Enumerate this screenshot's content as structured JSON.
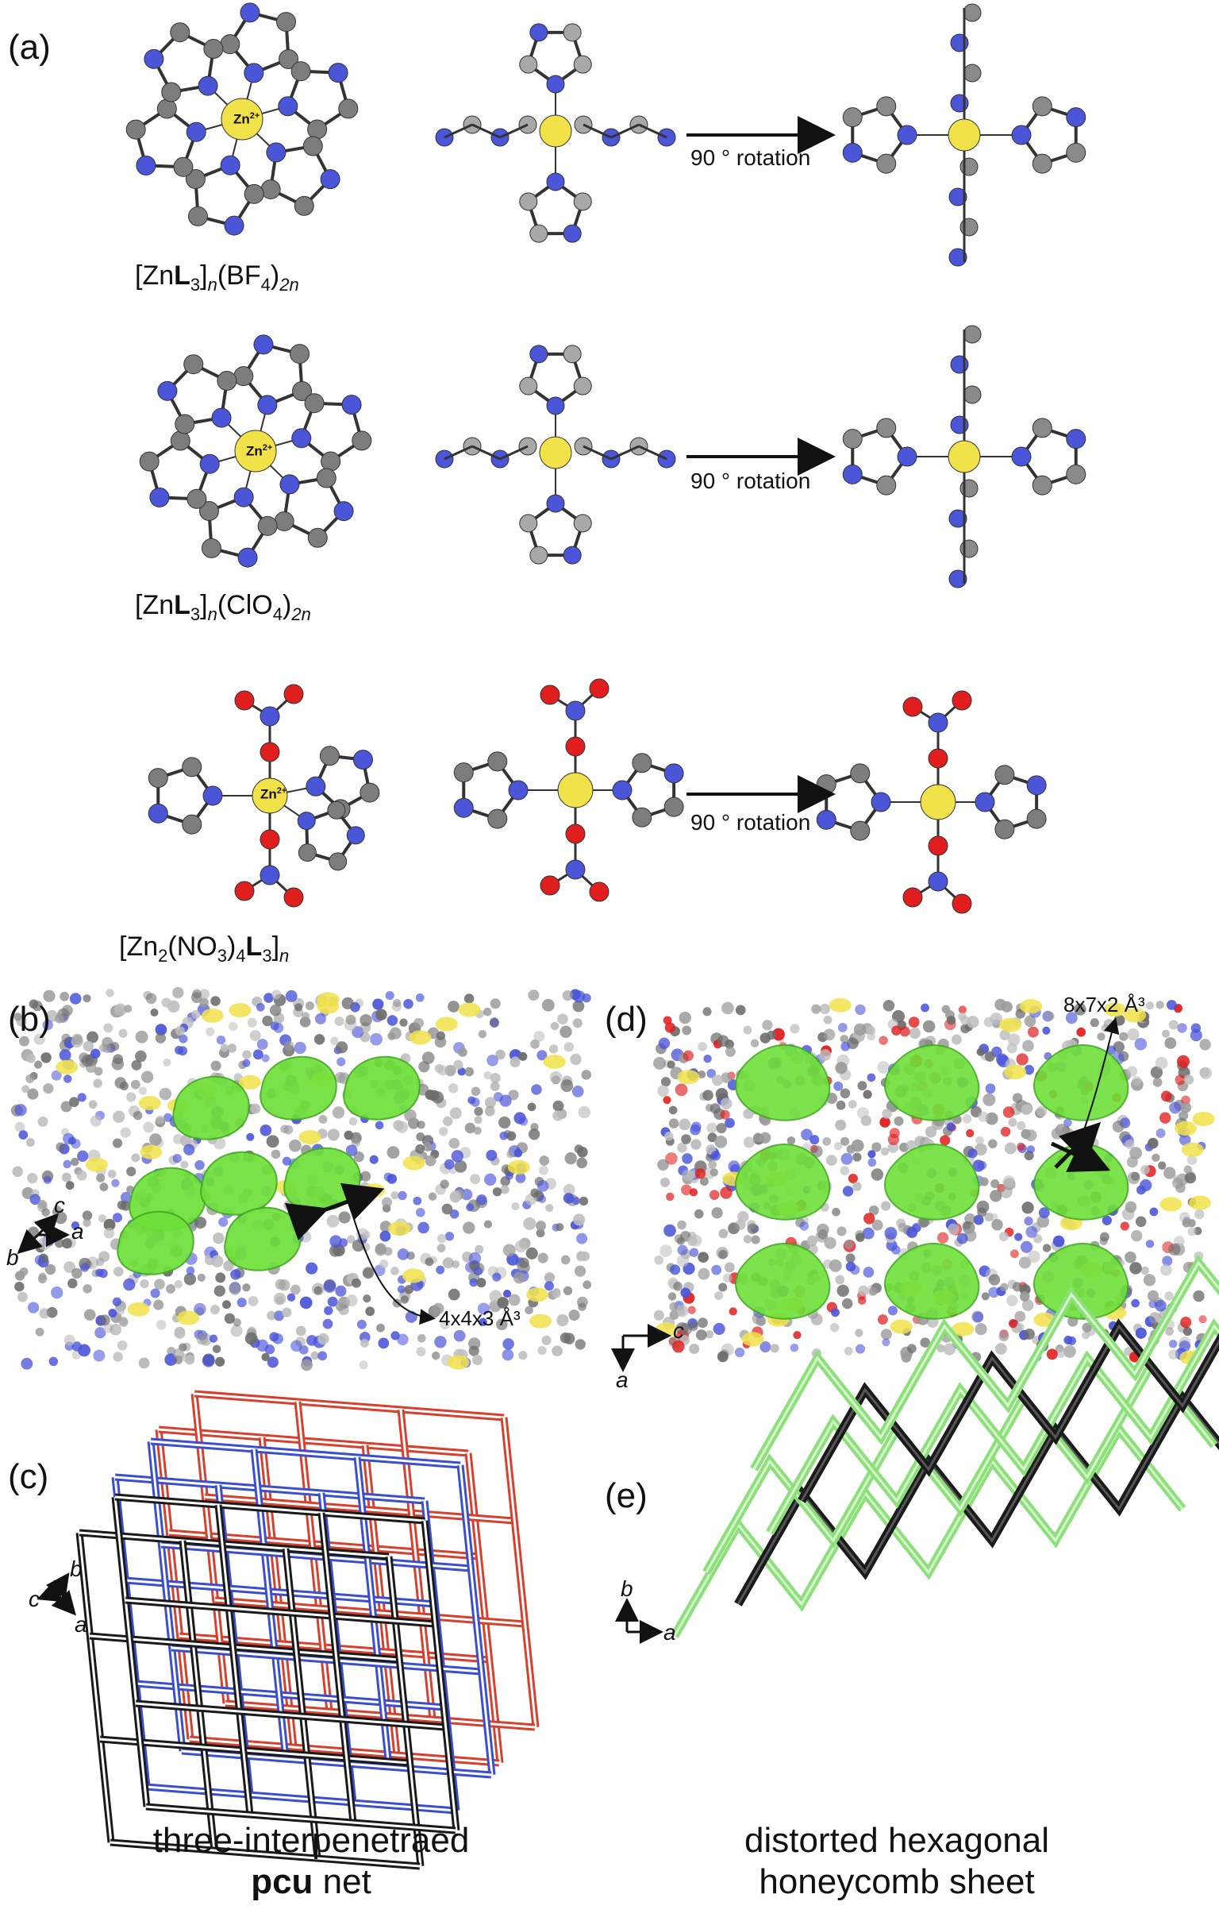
{
  "panels": {
    "a": "(a)",
    "b": "(b)",
    "c": "(c)",
    "d": "(d)",
    "e": "(e)"
  },
  "formulas": {
    "f1": {
      "open": "[Zn",
      "L": "L",
      "s3": "3",
      "close": "]",
      "n": "n",
      "anion": "(BF",
      "s4": "4",
      "rp": ")",
      "sub": "2n"
    },
    "f2": {
      "open": "[Zn",
      "L": "L",
      "s3": "3",
      "close": "]",
      "n": "n",
      "anion": "(ClO",
      "s4": "4",
      "rp": ")",
      "sub": "2n"
    },
    "f3": {
      "open": "[Zn",
      "s2": "2",
      "mid": "(NO",
      "s3a": "3",
      "rp": ")",
      "s4": "4",
      "L": "L",
      "s3": "3",
      "close": "]",
      "n": "n"
    }
  },
  "zn_label": "Zn",
  "zn_charge": "2+",
  "rotation_label": "90 ° rotation",
  "dimensions": {
    "b": "4x4x3 Å³",
    "d": "8x7x2 Å³"
  },
  "axes": {
    "b": {
      "c": "c",
      "a": "a",
      "b": "b"
    },
    "c": {
      "c": "c",
      "b": "b",
      "a": "a"
    },
    "d": {
      "c": "c",
      "a": "a"
    },
    "e": {
      "b": "b",
      "a": "a"
    }
  },
  "captions": {
    "c_line1": "three-interpenetraed",
    "c_bold": "pcu",
    "c_rest": " net",
    "e_line1": "distorted hexagonal",
    "e_line2": "honeycomb sheet"
  },
  "colors": {
    "zinc": "#f2e24a",
    "nitrogen": "#4a55d8",
    "carbon": "#7d7d7d",
    "oxygen": "#e01e1e",
    "pore": "#6fe03a",
    "net_black": "#1a1a1a",
    "net_blue": "#3a4fd0",
    "net_red": "#d8402e",
    "sheet_green": "#8be07a"
  }
}
